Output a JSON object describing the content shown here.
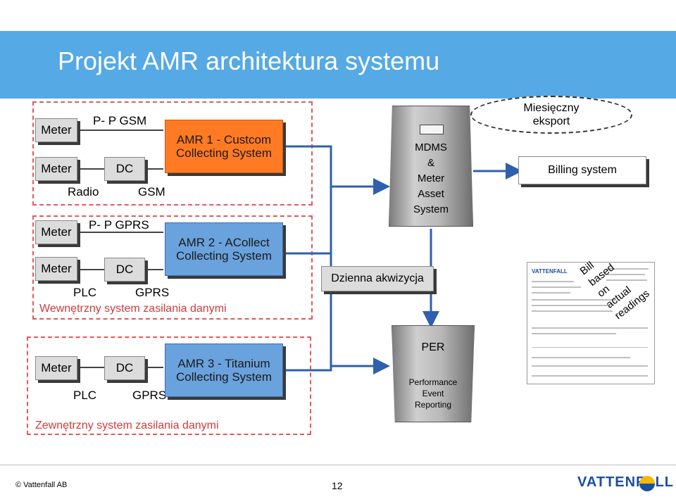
{
  "title": "Projekt AMR  architektura systemu",
  "row1": {
    "meter_top": "Meter",
    "meter_bottom": "Meter",
    "link": "P- P GSM",
    "dc": "DC",
    "radio": "Radio",
    "gsm": "GSM",
    "amr_line1": "AMR 1 - Custcom",
    "amr_line2": "Collecting System"
  },
  "row2": {
    "meter_top": "Meter",
    "meter_bottom": "Meter",
    "link": "P- P GPRS",
    "dc": "DC",
    "plc": "PLC",
    "gprs": "GPRS",
    "amr_line1": "AMR 2 - ACollect",
    "amr_line2": "Collecting System",
    "internal": "Wewnętrzny system zasilania danymi"
  },
  "row3": {
    "meter": "Meter",
    "dc": "DC",
    "plc": "PLC",
    "gprs": "GPRS",
    "amr_line1": "AMR 3 - Titanium",
    "amr_line2": "Collecting System",
    "external": "Zewnętrzny system zasilania danymi"
  },
  "mdms": {
    "line1": "MDMS",
    "line2": "&",
    "line3": "Meter",
    "line4": "Asset",
    "line5": "System"
  },
  "acquisition": "Dzienna akwizycja",
  "per": {
    "line1": "PER",
    "line2": "Performance",
    "line3": "Event",
    "line4": "Reporting"
  },
  "export": {
    "line1": "Miesięczny",
    "line2": "eksport"
  },
  "billing": "Billing system",
  "bill_note": {
    "line1": "Bill",
    "line2": "based",
    "line3": "on",
    "line4": "actual",
    "line5": "readings"
  },
  "footer": {
    "copyright": "© Vattenfall AB",
    "page": "12",
    "logo": "VATTENFALL"
  },
  "colors": {
    "banner": "#55a9e5",
    "amr1": "#ff7a22",
    "amr23": "#6aa2dd",
    "dashed": "#e45a5a",
    "arrow": "#2f5fae"
  }
}
